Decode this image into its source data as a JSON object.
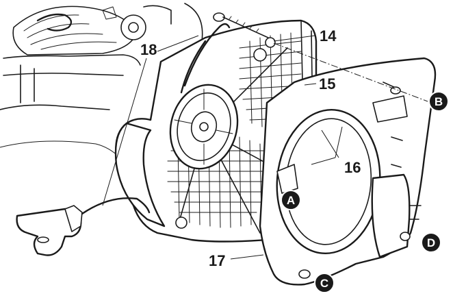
{
  "callouts": {
    "c14": "14",
    "c15": "15",
    "c16": "16",
    "c17": "17",
    "c18": "18"
  },
  "badges": {
    "A": "A",
    "B": "B",
    "C": "C",
    "D": "D"
  },
  "colors": {
    "ink": "#1a1a1a",
    "badge_fill": "#1a1a1a",
    "badge_text": "#ffffff"
  }
}
